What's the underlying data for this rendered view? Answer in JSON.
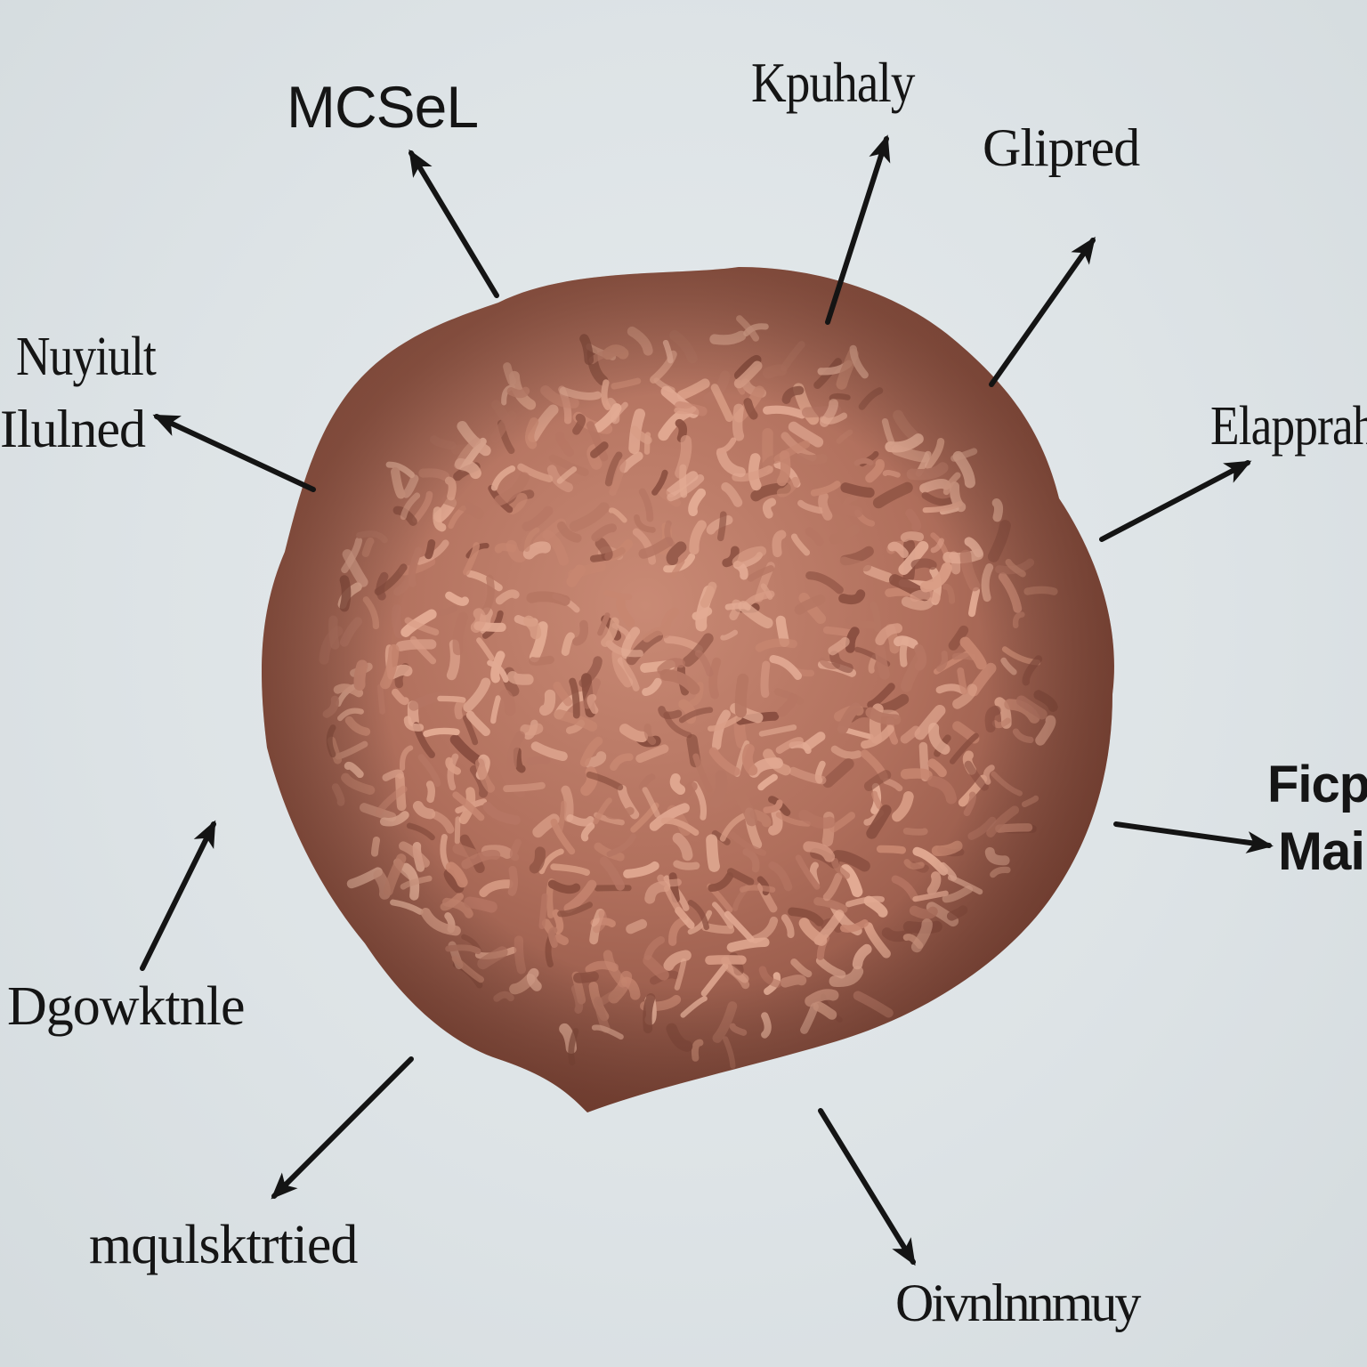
{
  "colors": {
    "background": "#dde3e6",
    "arrow": "#141414",
    "cell_base": "#b67663",
    "cell_dark": "#8a4f40",
    "cell_light": "#e2aa93",
    "label_text": "#151515"
  },
  "labels": {
    "top_left": "MCSeL",
    "top_center": "Kpuhaly",
    "top_right": "Glipred",
    "left_line1": "Nuyiult",
    "left_line2": "Ilulned",
    "right_upper": "Elapprah",
    "right_mid_line1": "Ficp",
    "right_mid_line2": "Mai",
    "left_lower": "Dgowktnle",
    "bottom_left": "mqulsktrtied",
    "bottom_right": "Oivnlnnmuy"
  }
}
